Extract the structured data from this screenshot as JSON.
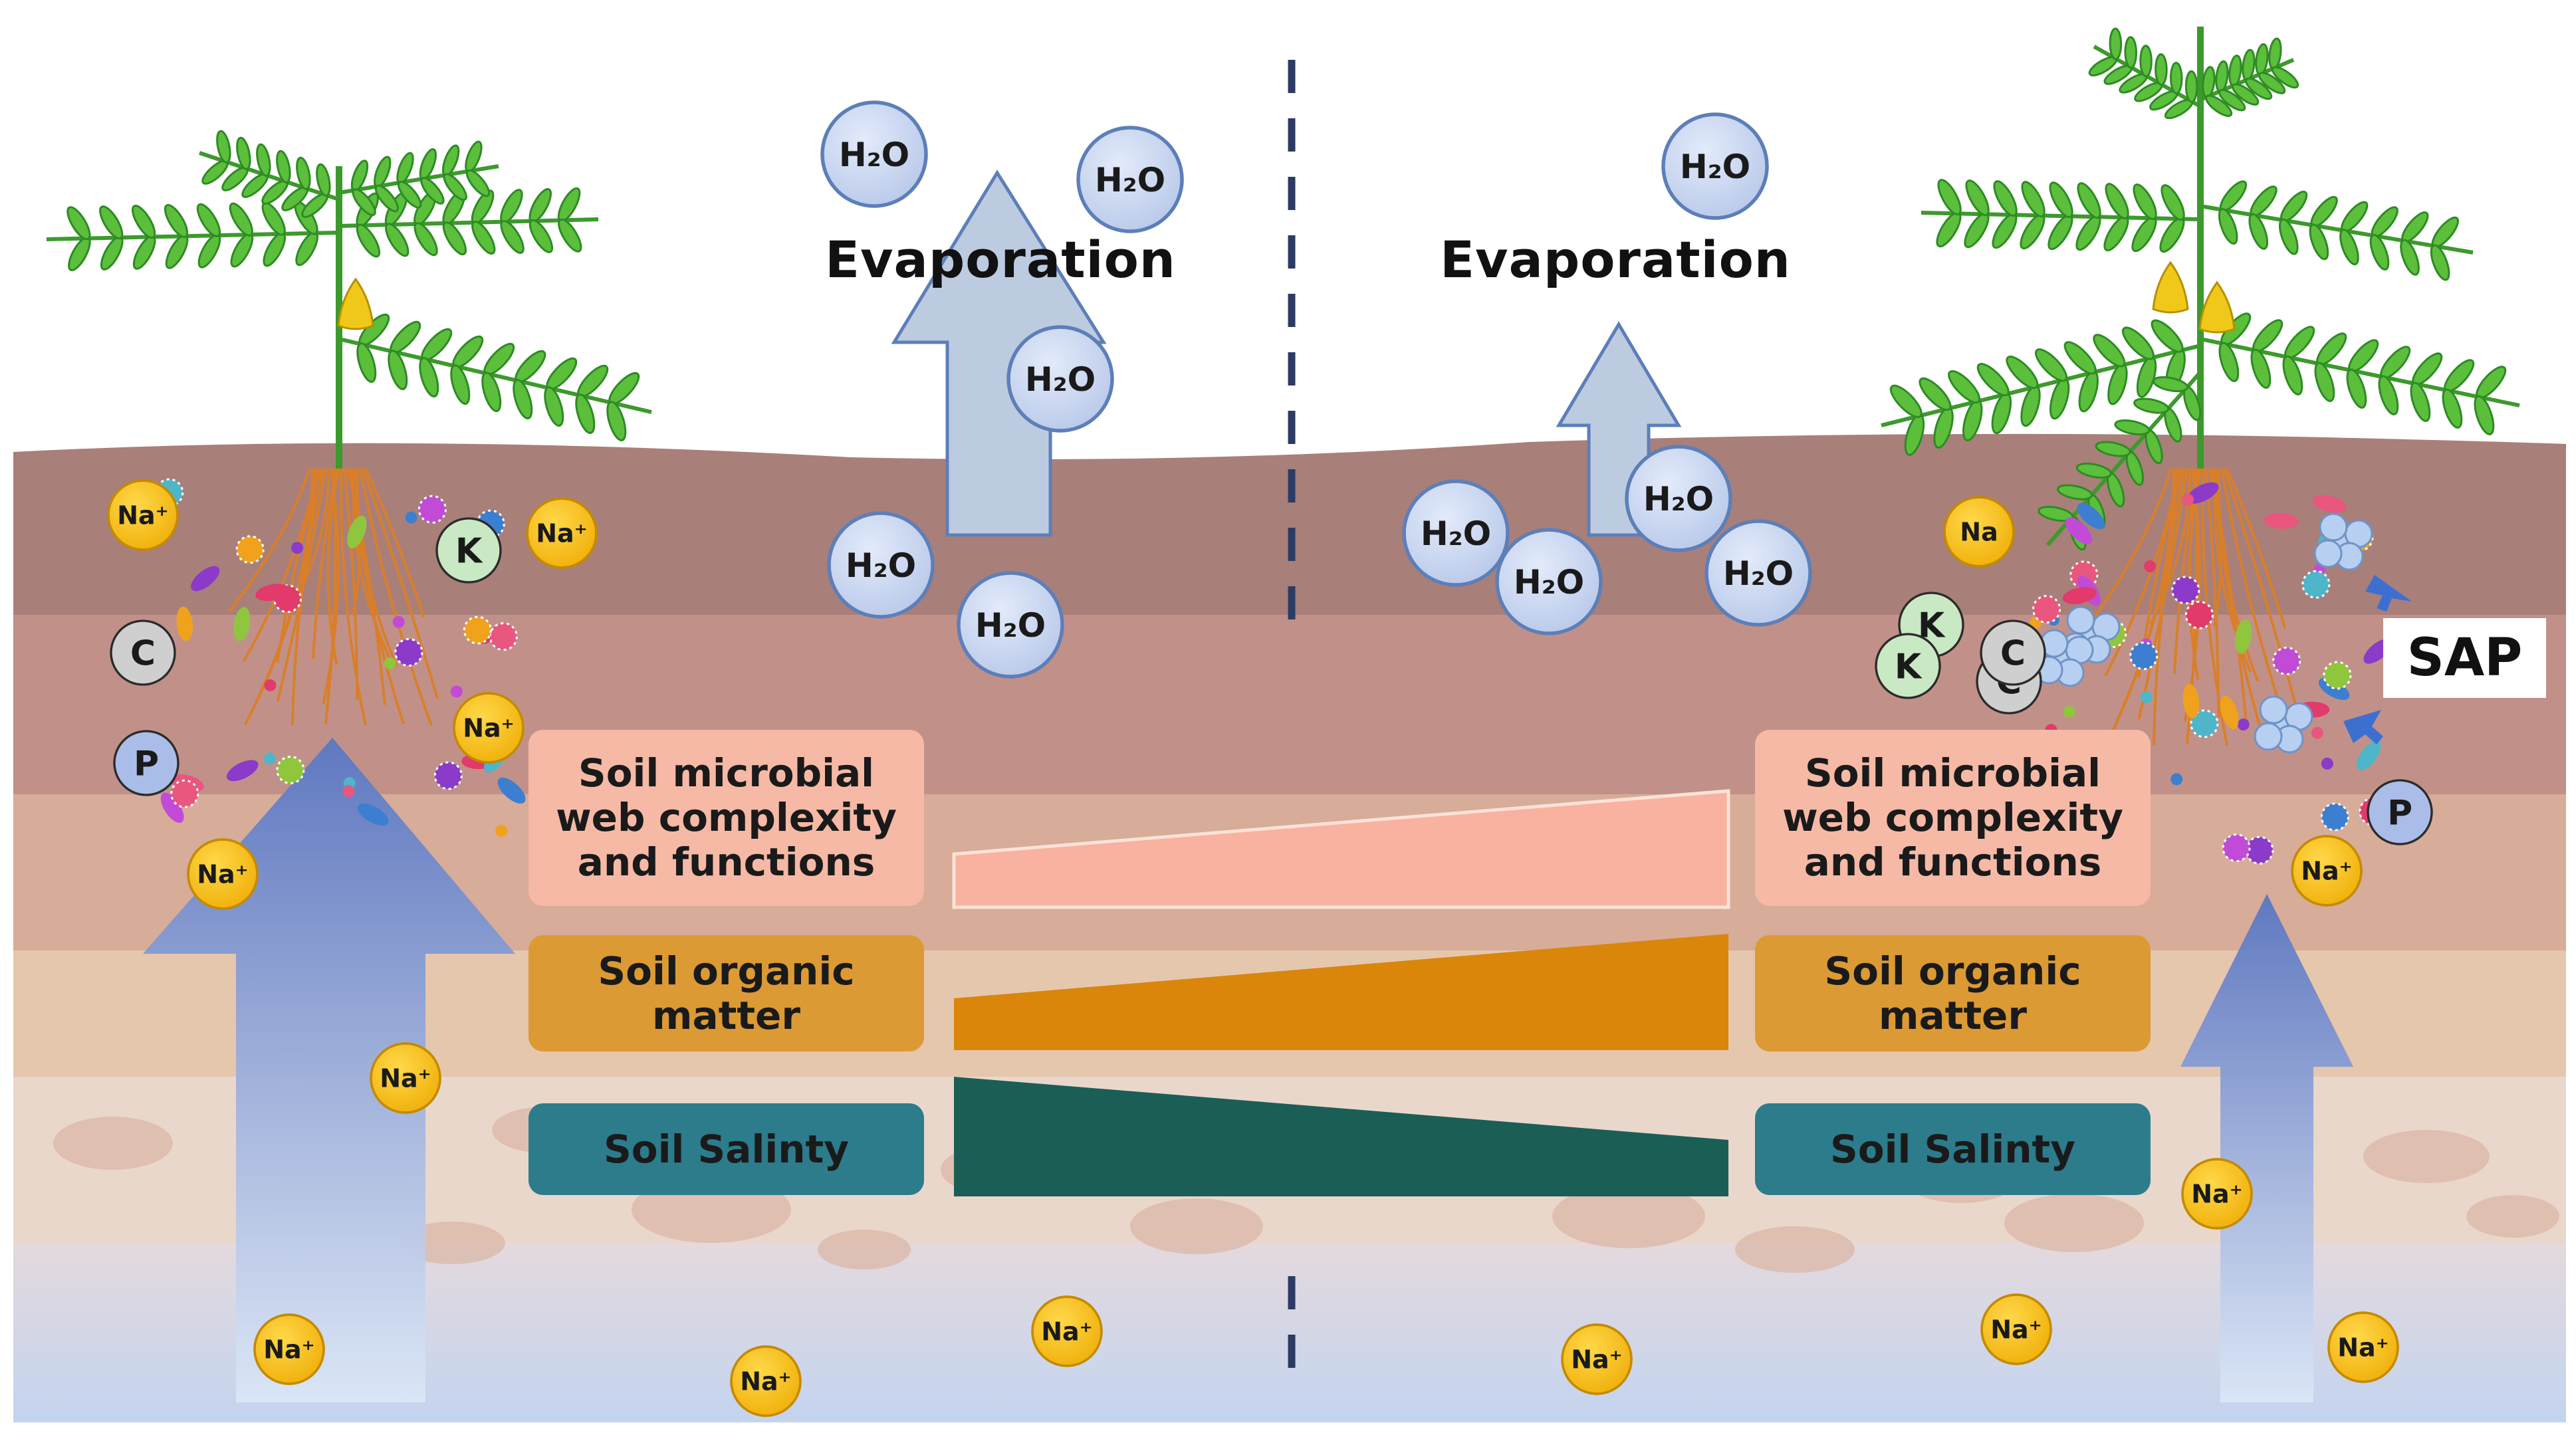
{
  "evaporation_label": "Evaporation",
  "water_molecule": "H₂O",
  "ions": {
    "sodium": "Na⁺",
    "sodium_plain": "Na",
    "potassium": "K",
    "carbon": "C",
    "phosphorus": "P"
  },
  "sap_label": "SAP",
  "left_boxes": {
    "microbial": [
      "Soil microbial",
      "web complexity",
      "and functions"
    ],
    "organic": [
      "Soil organic",
      "matter"
    ],
    "salinity": "Soil Salinty"
  },
  "right_boxes": {
    "microbial": [
      "Soil microbial",
      "web complexity",
      "and functions"
    ],
    "organic": [
      "Soil organic",
      "matter"
    ],
    "salinity": "Soil Salinty"
  },
  "colors": {
    "sky": "#ffffff",
    "soil_top": "#a97f7a",
    "soil_2": "#c09089",
    "soil_3": "#d6ab97",
    "soil_4": "#e4c8ae",
    "soil_5": "#ead6cb",
    "groundwater": "#c9d9f0",
    "evap_arrow": "#bccbe2",
    "salt_rise_arrow": "#6d83c4",
    "water_circle": "#c9d6f0",
    "sodium_badge": "#f7c21c",
    "potassium_badge": "#c9e8c4",
    "carbon_badge": "#cfcfcf",
    "phosphorus_badge": "#a9bde8",
    "microbial_bar": "#f8b29f",
    "organic_bar": "#d9860a",
    "salinity_bar": "#1b5e56",
    "leaf": "#5bbf3c",
    "root": "#d97f2a",
    "flower": "#f0c819"
  },
  "icons": [
    "plant-icon",
    "root-icon",
    "microbe-icon",
    "sap-bead-icon",
    "water-molecule-icon",
    "sodium-ion-icon",
    "potassium-ion-icon",
    "carbon-ion-icon",
    "phosphorus-ion-icon",
    "up-arrow-icon"
  ]
}
